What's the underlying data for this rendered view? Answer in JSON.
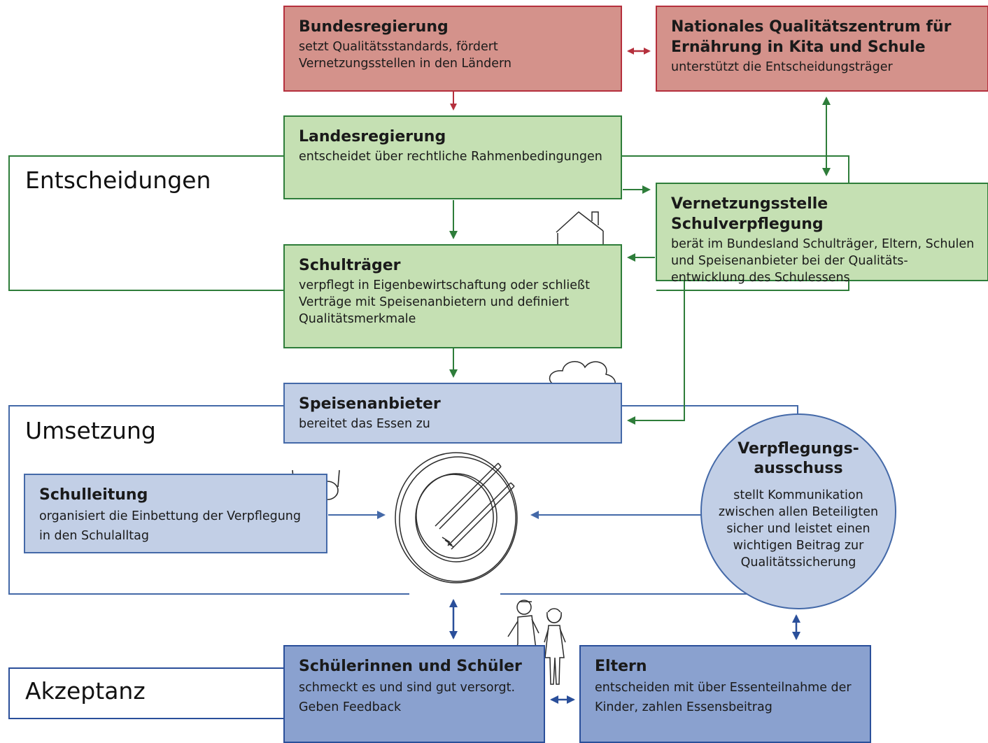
{
  "sections": {
    "entscheidungen": "Entscheidungen",
    "umsetzung": "Umsetzung",
    "akzeptanz": "Akzeptanz"
  },
  "boxes": {
    "bundesregierung": {
      "title": "Bundesregierung",
      "desc": "setzt Qualitätsstandards, fördert Vernetzungsstellen in den Ländern"
    },
    "nqz": {
      "title": "Nationales Qualitätszentrum für Ernährung in Kita und Schule",
      "desc": "unterstützt die Entscheidungsträger"
    },
    "landesregierung": {
      "title": "Landesregierung",
      "desc": "entscheidet über rechtliche Rahmenbedingungen"
    },
    "vernetzungsstelle": {
      "title": "Vernetzungsstelle Schulverpflegung",
      "desc": "berät im Bundesland Schulträger, Eltern, Schulen und Speisenanbieter bei der Qualitäts-entwicklung des Schulessens"
    },
    "schultraeger": {
      "title": "Schulträger",
      "desc": "verpflegt in Eigenbewirtschaftung oder schließt Verträge mit Speisenanbietern und definiert Qualitätsmerkmale"
    },
    "speisenanbieter": {
      "title": "Speisenanbieter",
      "desc": "bereitet das Essen zu"
    },
    "schulleitung": {
      "title": "Schulleitung",
      "desc": "organisiert die Einbettung der Verpflegung in den Schulalltag"
    },
    "verpflegungsausschuss": {
      "title": "Verpflegungs-ausschuss",
      "desc": "stellt Kommunikation zwischen allen Beteiligten sicher und leistet einen wichtigen Beitrag zur Qualitätssicherung"
    },
    "schueler": {
      "title": "Schülerinnen und Schüler",
      "desc": "schmeckt es und sind gut versorgt. Geben Feedback"
    },
    "eltern": {
      "title": "Eltern",
      "desc": "entscheiden mit über Essenteilnahme der Kinder, zahlen Essensbeitrag"
    }
  },
  "colors": {
    "red": "#b5303d",
    "green": "#2e7d3a",
    "blue": "#4469a8",
    "darkblue": "#2a4f9a"
  },
  "icons": {
    "house": "house-icon",
    "chef_hat": "chef-hat-icon",
    "glasses": "glasses-icon",
    "plate": "plate-cutlery-icon",
    "children": "children-icon"
  }
}
